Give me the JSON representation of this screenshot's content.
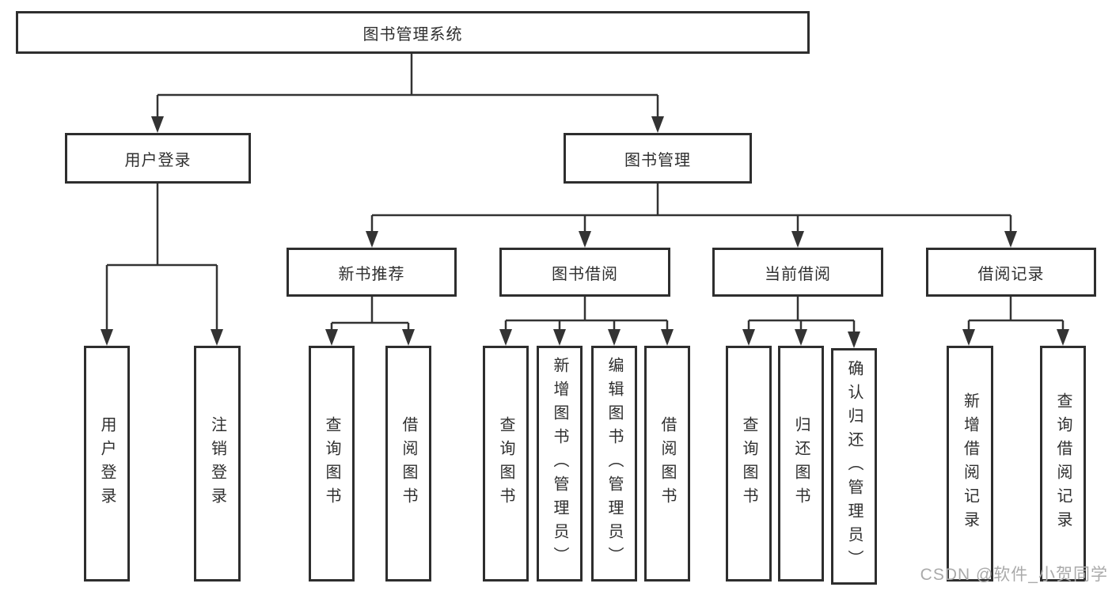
{
  "nodes": {
    "root": "图书管理系统",
    "user_login": "用户登录",
    "book_mgmt": "图书管理",
    "new_rec": "新书推荐",
    "borrow": "图书借阅",
    "current": "当前借阅",
    "records": "借阅记录",
    "ul_login": "用户登录",
    "ul_logout": "注销登录",
    "nr_query": "查询图书",
    "nr_borrow": "借阅图书",
    "bb_query": "查询图书",
    "bb_add": "新增图书（管理员）",
    "bb_edit": "编辑图书（管理员）",
    "bb_borrow": "借阅图书",
    "cb_query": "查询图书",
    "cb_return": "归还图书",
    "cb_confirm": "确认归还（管理员）",
    "br_add": "新增借阅记录",
    "br_query": "查询借阅记录"
  },
  "watermark": "CSDN @软件_小贺同学",
  "colors": {
    "line": "#333333",
    "border": "#2e2e2e",
    "text": "#2f2f2f",
    "watermark": "#aaaaaa",
    "background": "#ffffff"
  }
}
